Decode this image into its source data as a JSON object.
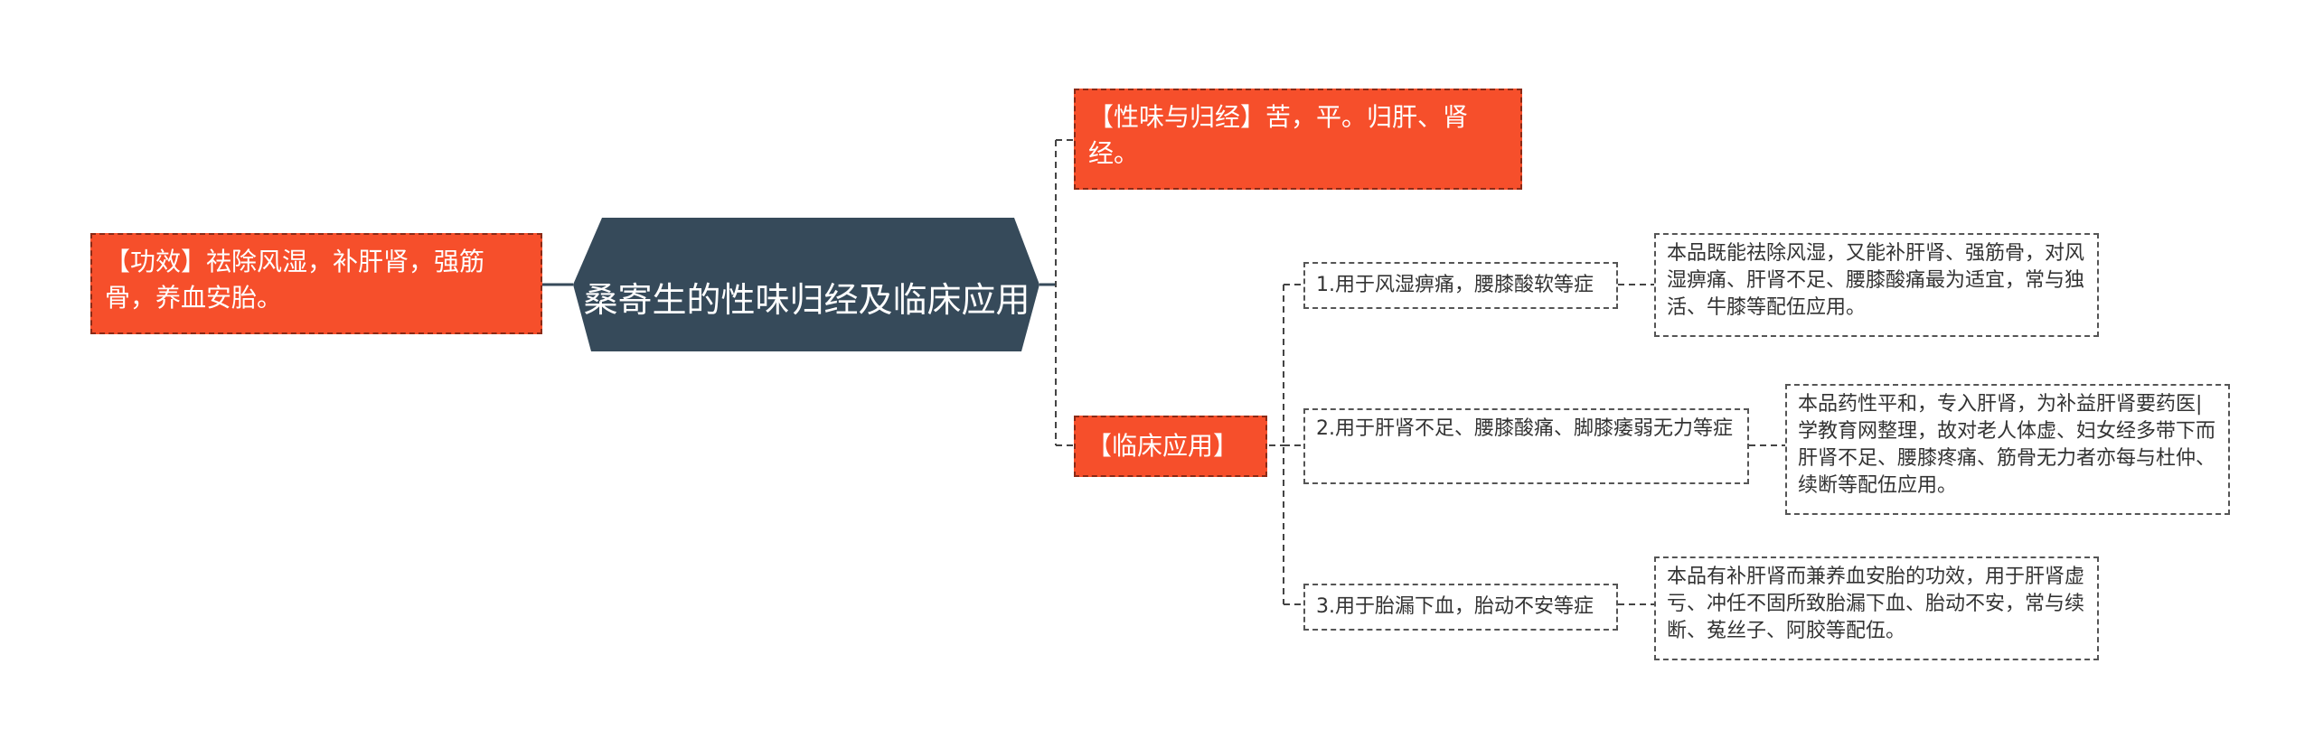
{
  "root": {
    "title": "桑寄生的性味归经及临床应用"
  },
  "left": {
    "effect": "【功效】祛除风湿，补肝肾，强筋骨，养血安胎。"
  },
  "right": {
    "taste": "【性味与归经】苦，平。归肝、肾经。",
    "clinical": {
      "label": "【临床应用】",
      "items": [
        {
          "title": "1.用于风湿痹痛，腰膝酸软等症",
          "detail": "本品既能祛除风湿，又能补肝肾、强筋骨，对风湿痹痛、肝肾不足、腰膝酸痛最为适宜，常与独活、牛膝等配伍应用。"
        },
        {
          "title": "2.用于肝肾不足、腰膝酸痛、脚膝痿弱无力等症",
          "detail": "本品药性平和，专入肝肾，为补益肝肾要药医|学教育网整理，故对老人体虚、妇女经多带下而肝肾不足、腰膝疼痛、筋骨无力者亦每与杜仲、续断等配伍应用。"
        },
        {
          "title": "3.用于胎漏下血，胎动不安等症",
          "detail": "本品有补肝肾而兼养血安胎的功效，用于肝肾虚亏、冲任不固所致胎漏下血、胎动不安，常与续断、菟丝子、阿胶等配伍。"
        }
      ]
    }
  },
  "colors": {
    "root_fill": "#364a5a",
    "node_fill": "#f64f2b",
    "line": "#444444"
  }
}
